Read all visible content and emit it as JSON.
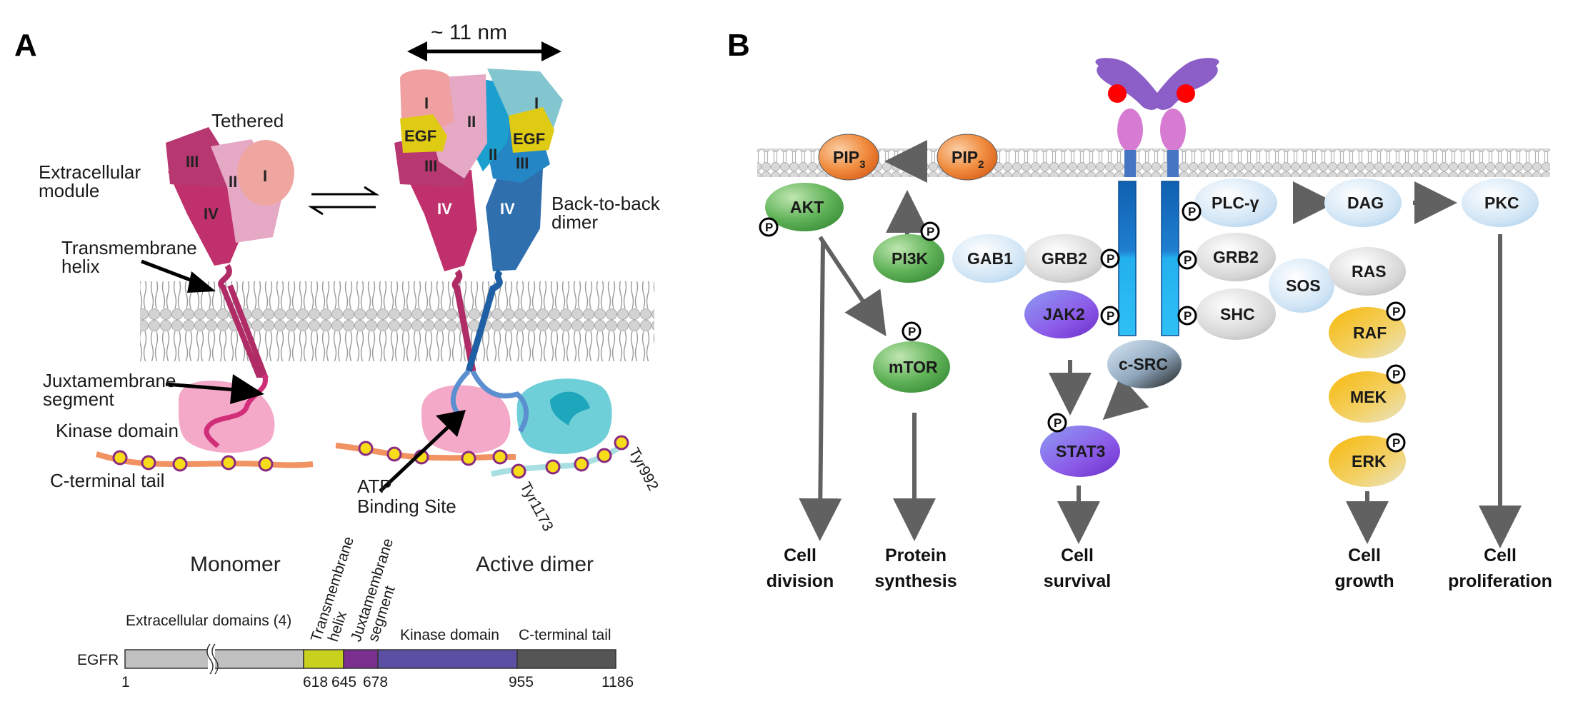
{
  "panel_a": {
    "letter": "A",
    "width_label": "~ 11 nm",
    "tethered": "Tethered",
    "extracellular_line1": "Extracellular",
    "extracellular_line2": "module",
    "tm_line1": "Transmembrane",
    "tm_line2": "helix",
    "jm_line1": "Juxtamembrane",
    "jm_line2": "segment",
    "kinase": "Kinase domain",
    "ctail": "C-terminal tail",
    "b2b_line1": "Back-to-back",
    "b2b_line2": "dimer",
    "atp_line1": "ATP",
    "atp_line2": "Binding Site",
    "tyr1173": "Tyr1173",
    "tyr992": "Tyr992",
    "monomer": "Monomer",
    "active_dimer": "Active dimer",
    "domains": {
      "I": "I",
      "II": "II",
      "III": "III",
      "IV": "IV",
      "EGF": "EGF"
    },
    "bar": {
      "protein": "EGFR",
      "label_extracellular": "Extracellular domains (4)",
      "label_tm_line1": "Transmembrane",
      "label_tm_line2": "helix",
      "label_jm_line1": "Juxtamembrane",
      "label_jm_line2": "segment",
      "label_kinase": "Kinase domain",
      "label_ctail": "C-terminal tail",
      "positions": [
        "1",
        "618",
        "645",
        "678",
        "955",
        "1186"
      ],
      "colors": {
        "extracellular": "#c0c0c0",
        "tm": "#c8d21e",
        "jm": "#7b2f8e",
        "kinase": "#5b4fa3",
        "ctail": "#555555"
      }
    }
  },
  "panel_b": {
    "letter": "B",
    "phospho": "P",
    "nodes": {
      "pip3": "PIP",
      "pip3_sub": "3",
      "pip2": "PIP",
      "pip2_sub": "2",
      "akt": "AKT",
      "pi3k": "PI3K",
      "gab1": "GAB1",
      "grb2_left": "GRB2",
      "jak2": "JAK2",
      "mtor": "mTOR",
      "csrc": "c-SRC",
      "stat3": "STAT3",
      "plcg": "PLC-γ",
      "dag": "DAG",
      "pkc": "PKC",
      "grb2_right": "GRB2",
      "sos": "SOS",
      "ras": "RAS",
      "shc": "SHC",
      "raf": "RAF",
      "mek": "MEK",
      "erk": "ERK"
    },
    "outcomes": {
      "division_1": "Cell",
      "division_2": "division",
      "protein_1": "Protein",
      "protein_2": "synthesis",
      "survival_1": "Cell",
      "survival_2": "survival",
      "growth_1": "Cell",
      "growth_2": "growth",
      "prolif_1": "Cell",
      "prolif_2": "proliferation"
    }
  }
}
